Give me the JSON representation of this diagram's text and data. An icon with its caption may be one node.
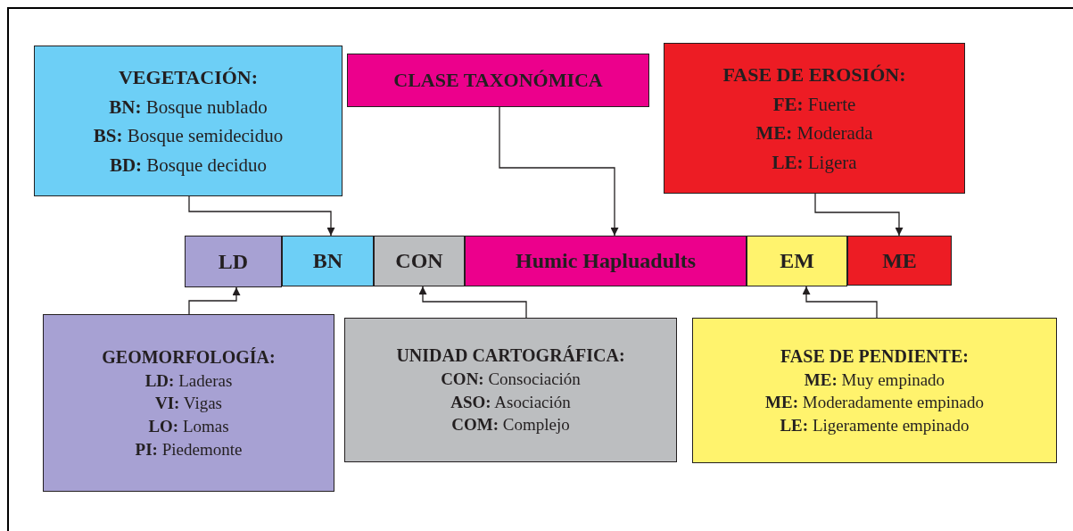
{
  "diagram": {
    "nodes": [
      {
        "text": [
          "VEGETACIÓN:",
          "**BN:** Bosque nublado",
          "**BS:** Bosque semideciduo",
          "**BD:** Bosque deciduo"
        ]
      },
      {
        "text": [
          "CLASE TAXONÓMICA"
        ]
      },
      {
        "text": [
          "FASE DE EROSIÓN:",
          "**FE:** Fuerte",
          "**ME:** Moderada",
          "**LE:** Ligera"
        ]
      },
      {
        "text": [
          "LD"
        ]
      },
      {
        "text": [
          "BN"
        ]
      },
      {
        "text": [
          "CON"
        ]
      },
      {
        "text": [
          "Humic Hapluadults"
        ]
      },
      {
        "text": [
          "EM"
        ]
      },
      {
        "text": [
          "ME"
        ]
      },
      {
        "text": [
          "GEOMORFOLOGÍA:",
          "**LD:** Laderas",
          "**VI:** Vigas",
          "**LO:** Lomas",
          "**PI:** Piedemonte"
        ]
      },
      {
        "text": [
          "UNIDAD CARTOGRÁFICA:",
          "**CON:** Consociación",
          "**ASO:** Asociación",
          "**COM:** Complejo"
        ]
      },
      {
        "text": [
          "FASE DE PENDIENTE:",
          "**ME:** Muy empinado",
          "**ME:** Moderadamente empinado",
          "**LE:** Ligeramente empinado"
        ]
      }
    ],
    "edges": [
      {
        "from": 0,
        "to": 4,
        "arrow": "to"
      },
      {
        "from": 1,
        "to": 6,
        "arrow": "to"
      },
      {
        "from": 2,
        "to": 8,
        "arrow": "to"
      },
      {
        "from": 9,
        "to": 3,
        "arrow": "to"
      },
      {
        "from": 10,
        "to": 5,
        "arrow": "to"
      },
      {
        "from": 11,
        "to": 7,
        "arrow": "to"
      }
    ]
  }
}
